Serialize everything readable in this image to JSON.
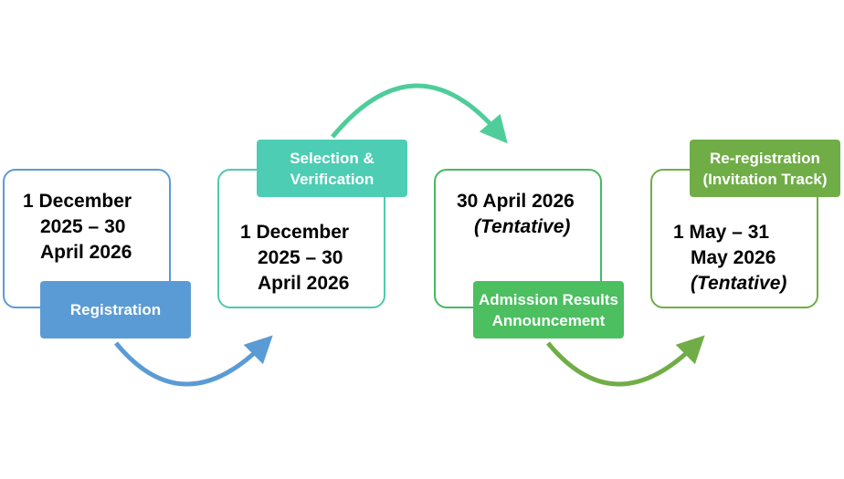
{
  "steps": [
    {
      "title_lines": [
        "Registration"
      ],
      "date_lines": [
        "1 December",
        "2025 – 30",
        "April 2026"
      ],
      "color": "#5b9bd5"
    },
    {
      "title_lines": [
        "Selection &",
        "Verification"
      ],
      "date_lines": [
        "1 December",
        "2025 – 30",
        "April 2026"
      ],
      "color": "#4ecdb5"
    },
    {
      "title_lines": [
        "Admission Results",
        "Announcement"
      ],
      "date_lines": [
        "30 April 2026",
        "(Tentative)"
      ],
      "color": "#4cbf60"
    },
    {
      "title_lines": [
        "Re-registration",
        "(Invitation Track)"
      ],
      "date_lines": [
        "1 May – 31",
        "May 2026",
        "(Tentative)"
      ],
      "color": "#70ad47"
    }
  ]
}
